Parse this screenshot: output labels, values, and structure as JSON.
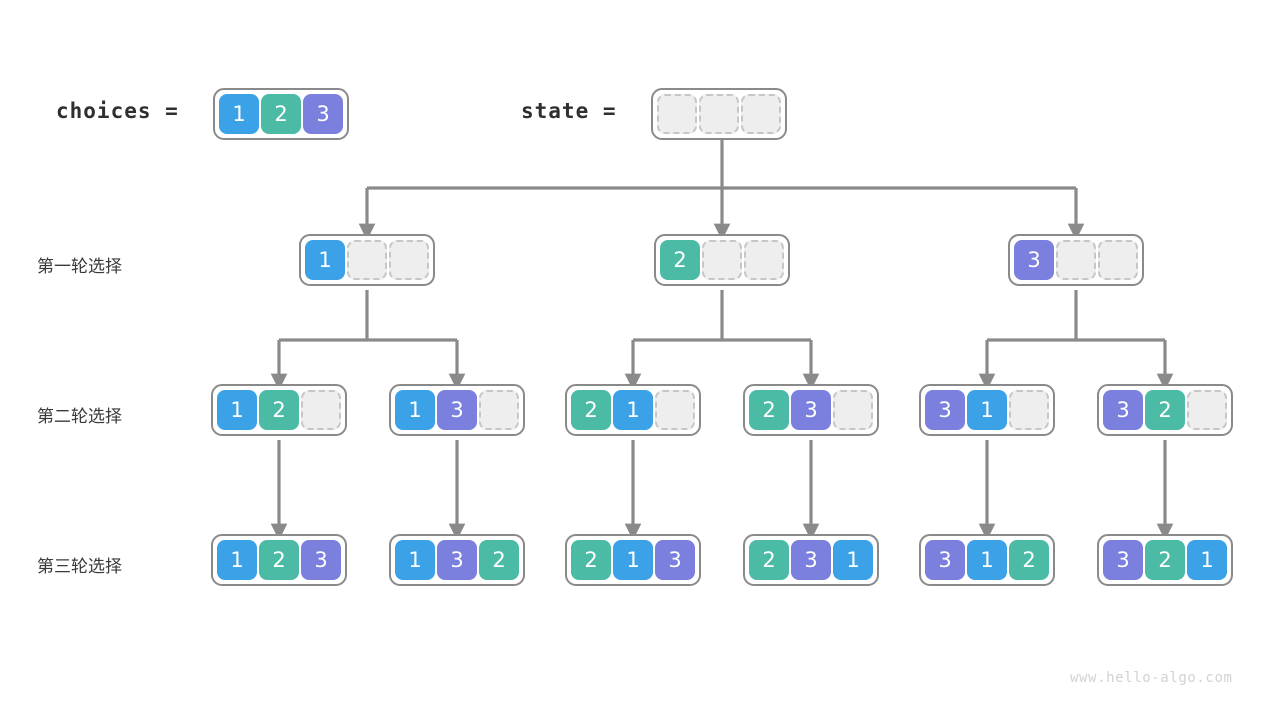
{
  "watermark": "www.hello-algo.com",
  "palette": {
    "blue": "#3ba2e8",
    "teal": "#4cbba5",
    "purple": "#7b7fde",
    "empty_fill": "#eeeeee",
    "empty_border": "#c6c6c6",
    "box_border": "#8a8a8a",
    "wire": "#8a8a8a",
    "label_text": "#3a3a3a",
    "watermark_text": "#d2d2d2"
  },
  "header": {
    "choices_label": "choices =",
    "choices_values": [
      "1",
      "2",
      "3"
    ],
    "state_label": "state =",
    "state_values": [
      "",
      "",
      ""
    ]
  },
  "rows": [
    {
      "label": "第一轮选择",
      "nodes": [
        {
          "values": [
            "1",
            "",
            ""
          ]
        },
        {
          "values": [
            "2",
            "",
            ""
          ]
        },
        {
          "values": [
            "3",
            "",
            ""
          ]
        }
      ]
    },
    {
      "label": "第二轮选择",
      "nodes": [
        {
          "values": [
            "1",
            "2",
            ""
          ]
        },
        {
          "values": [
            "1",
            "3",
            ""
          ]
        },
        {
          "values": [
            "2",
            "1",
            ""
          ]
        },
        {
          "values": [
            "2",
            "3",
            ""
          ]
        },
        {
          "values": [
            "3",
            "1",
            ""
          ]
        },
        {
          "values": [
            "3",
            "2",
            ""
          ]
        }
      ]
    },
    {
      "label": "第三轮选择",
      "nodes": [
        {
          "values": [
            "1",
            "2",
            "3"
          ]
        },
        {
          "values": [
            "1",
            "3",
            "2"
          ]
        },
        {
          "values": [
            "2",
            "1",
            "3"
          ]
        },
        {
          "values": [
            "2",
            "3",
            "1"
          ]
        },
        {
          "values": [
            "3",
            "1",
            "2"
          ]
        },
        {
          "values": [
            "3",
            "2",
            "1"
          ]
        }
      ]
    }
  ]
}
